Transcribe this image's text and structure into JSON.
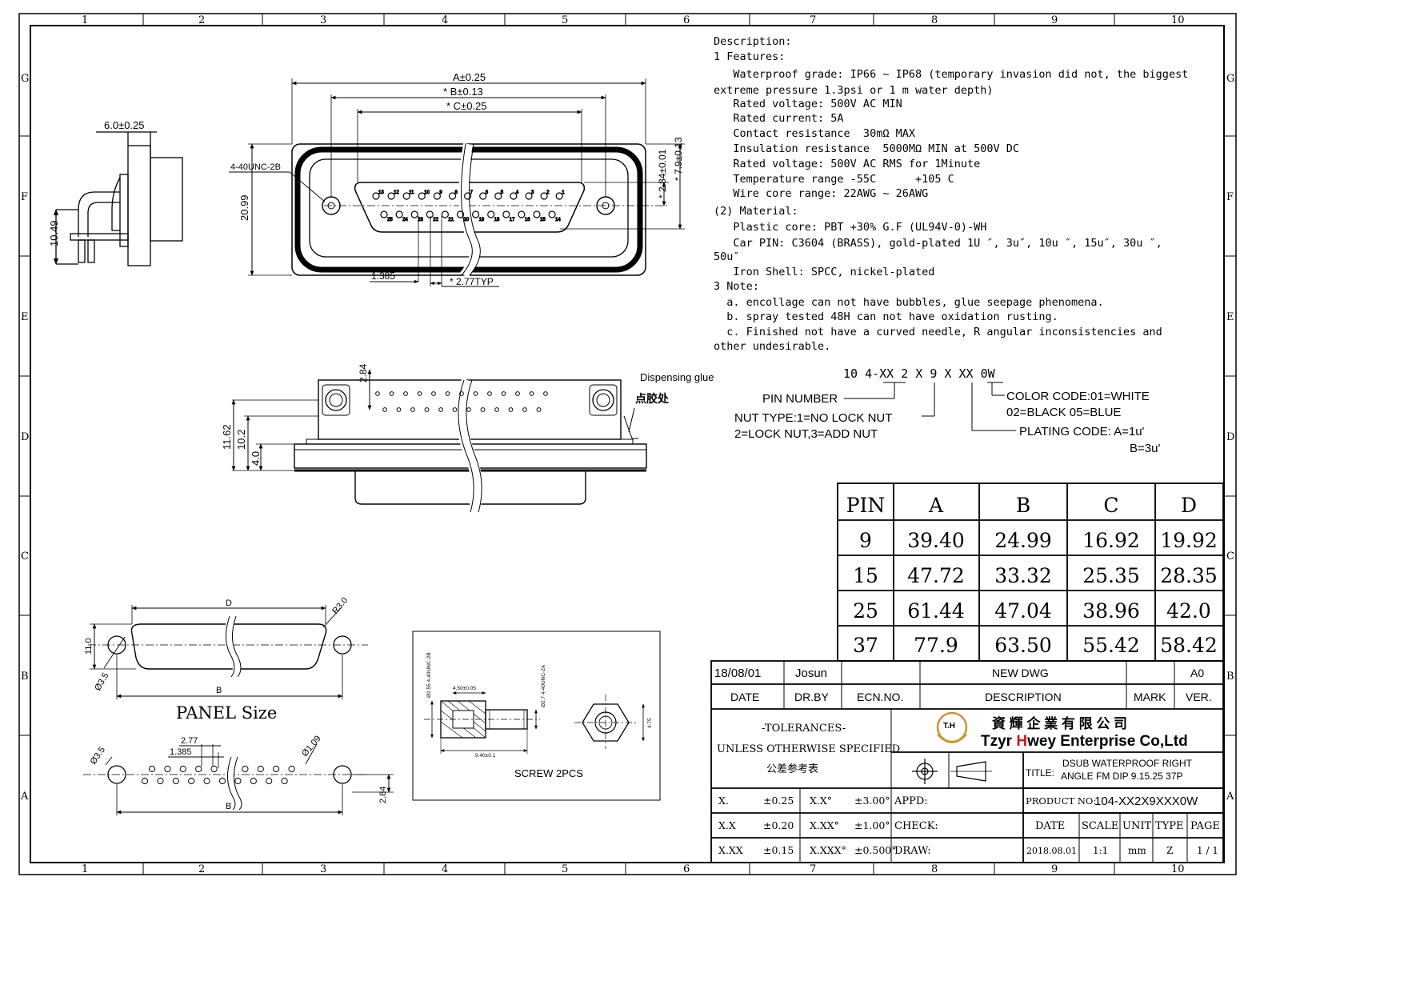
{
  "border": {
    "columns": [
      "1",
      "2",
      "3",
      "4",
      "5",
      "6",
      "7",
      "8",
      "9",
      "10"
    ],
    "rows": [
      "G",
      "F",
      "E",
      "D",
      "C",
      "B",
      "A"
    ]
  },
  "description": {
    "lines": [
      "Description:",
      "1 Features:",
      "   Waterproof grade: IP66 ~ IP68 (temporary invasion did not, the biggest",
      "extreme pressure 1.3psi or 1 m water depth)",
      "   Rated voltage: 500V AC MIN",
      "   Rated current: 5A",
      "   Contact resistance  30mΩ MAX",
      "   Insulation resistance  5000MΩ MIN at 500V DC",
      "   Rated voltage: 500V AC RMS for 1Minute",
      "   Temperature range -55C      +105 C",
      "   Wire core range: 22AWG ~ 26AWG",
      "(2) Material:",
      "   Plastic core: PBT +30% G.F (UL94V-0)-WH",
      "   Car PIN: C3604 (BRASS), gold-plated 1U ″, 3u″, 10u ″, 15u″, 30u ″,",
      "50u″",
      "   Iron Shell: SPCC, nickel-plated",
      "3 Note:",
      "  a. encollage can not have bubbles, glue seepage phenomena.",
      "  b. spray tested 48H can not have oxidation rusting.",
      "  c. Finished not have a curved needle, R angular inconsistencies and",
      "other undesirable."
    ]
  },
  "part_code": {
    "code": "10 4-XX 2 X 9 X XX 0W",
    "pin_number": "PIN NUMBER",
    "nut_type_1": "NUT TYPE:1=NO LOCK NUT",
    "nut_type_2": "2=LOCK NUT,3=ADD NUT",
    "color_1": "COLOR CODE:01=WHITE",
    "color_2": "02=BLACK 05=BLUE",
    "plating_1": "PLATING CODE: A=1u'",
    "plating_2": "B=3u'"
  },
  "dim_table": {
    "headers": [
      "PIN",
      "A",
      "B",
      "C",
      "D"
    ],
    "rows": [
      [
        "9",
        "39.40",
        "24.99",
        "16.92",
        "19.92"
      ],
      [
        "15",
        "47.72",
        "33.32",
        "25.35",
        "28.35"
      ],
      [
        "25",
        "61.44",
        "47.04",
        "38.96",
        "42.0"
      ],
      [
        "37",
        "77.9",
        "63.50",
        "55.42",
        "58.42"
      ]
    ]
  },
  "front_view": {
    "dim_a": "A±0.25",
    "dim_b": "* B±0.13",
    "dim_c": "* C±0.25",
    "thread": "4-40UNC-2B",
    "height": "20.99",
    "dim_284": "* 2.84±0.01",
    "dim_79": "* 7.9±0.13",
    "pitch_1": "1.385",
    "pitch_2": "* 2.77TYP",
    "pins_top": [
      "13",
      "12",
      "11",
      "10",
      "9",
      "8",
      "7",
      "6",
      "5",
      "4",
      "3",
      "2",
      "1"
    ],
    "pins_bottom": [
      "25",
      "24",
      "23",
      "22",
      "21",
      "20",
      "19",
      "18",
      "17",
      "16",
      "15",
      "14"
    ]
  },
  "side_view": {
    "dim_60": "6.0±0.25",
    "dim_1049": "10.49"
  },
  "bottom_view": {
    "dim_284": "2.84",
    "dim_1162": "11.62",
    "dim_102": "10.2",
    "dim_40": "4.0",
    "dispensing_en": "Dispensing glue",
    "dispensing_cn": "点胶处"
  },
  "panel": {
    "dim_d": "D",
    "dim_r3": "R3.0",
    "dim_11": "11.0",
    "dim_35": "Ø3.5",
    "dim_b": "B",
    "title": "PANEL Size",
    "pcb_277": "2.77",
    "pcb_1385": "1.385",
    "pcb_35": "Ø3.5",
    "pcb_109": "Ø1.09",
    "pcb_284": "2.84",
    "pcb_b": "B"
  },
  "screw": {
    "thread_1": "Ø2.55 4-40UNC-2B",
    "thread_2": "Ø2.7 4-40UNC-2A",
    "len_1": "4.50±0.05",
    "len_2": "9.40±0.1",
    "hex": "4.75",
    "label": "SCREW 2PCS"
  },
  "title_block": {
    "rev_date": "18/08/01",
    "rev_by": "Josun",
    "rev_desc": "NEW DWG",
    "rev_ver": "A0",
    "h_date": "DATE",
    "h_drby": "DR.BY",
    "h_ecn": "ECN.NO.",
    "h_desc": "DESCRIPTION",
    "h_mark": "MARK",
    "h_ver": "VER.",
    "tol_1": "-TOLERANCES-",
    "tol_2": "UNLESS OTHERWISE SPECIFIED",
    "tol_3": "公差参考表",
    "logo": "T.H",
    "company_cn": "資 輝 企 業 有 限 公 司",
    "company_en_1": "Tzyr ",
    "company_en_2": "H",
    "company_en_3": "wey Enterprise Co,Ltd",
    "title_label": "TITLE:",
    "title_1": "DSUB WATERPROOF RIGHT",
    "title_2": "ANGLE FM DIP 9.15.25 37P",
    "product_label": "PRODUCT NO:",
    "product_no": "104-XX2X9XXX0W",
    "tol_rows": [
      [
        "X.",
        "±0.25",
        "X.X°",
        "±3.00°"
      ],
      [
        "X.X",
        "±0.20",
        "X.XX°",
        "±1.00°"
      ],
      [
        "X.XX",
        "±0.15",
        "X.XXX°",
        "±0.500°"
      ]
    ],
    "appd": "APPD:",
    "check": "CHECK:",
    "draw": "DRAW:",
    "h_date2": "DATE",
    "h_scale": "SCALE",
    "h_unit": "UNIT",
    "h_type": "TYPE",
    "h_page": "PAGE",
    "v_date": "2018.08.01",
    "v_scale": "1:1",
    "v_unit": "mm",
    "v_type": "Z",
    "v_page": "1 / 1"
  },
  "colors": {
    "line": "#000000",
    "logo_gold": "#c8962a",
    "brand_red": "#d0141e"
  }
}
